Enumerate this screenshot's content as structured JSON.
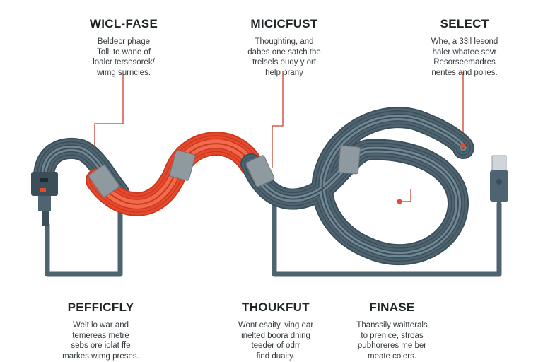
{
  "colors": {
    "cable": "#4e6470",
    "cable_dark": "#3b4e59",
    "cable_light": "#6f8793",
    "accent": "#e8492c",
    "accent_dark": "#c93a20",
    "band": "#8e9aa0",
    "leader": "#c9402a"
  },
  "sections": [
    {
      "title": "WICL-FASE",
      "lines": [
        "Beldecr phage",
        "Tolll to wane of",
        "loalcr tersesorek/",
        "wimg surncles."
      ]
    },
    {
      "title": "MICICFUST",
      "lines": [
        "Thoughting, and",
        "dabes one satch the",
        "trelsels oudy y ort",
        "help prany"
      ]
    },
    {
      "title": "SELECT",
      "lines": [
        "Whe, a 33ll lesond",
        "haler whatee sovr",
        "Resorseemadres",
        "nentes and polies."
      ]
    },
    {
      "title": "PEFFICFLY",
      "lines": [
        "Welt lo war and",
        "temereas metre",
        "sebs ore iolat ffe",
        "markes wimg preses."
      ]
    },
    {
      "title": "THOUKFUT",
      "lines": [
        "Wont esaity, ving ear",
        "inelted boora dning",
        "teeder of odrr",
        "find duaity."
      ]
    },
    {
      "title": "FINASE",
      "lines": [
        "Thanssily waitterals",
        "to prenice, stroas",
        "pubhoreres me ber",
        "meate colers."
      ]
    }
  ],
  "icons": {
    "left_connector": "usb-connector-icon",
    "right_connector": "usb-a-plug-icon"
  }
}
